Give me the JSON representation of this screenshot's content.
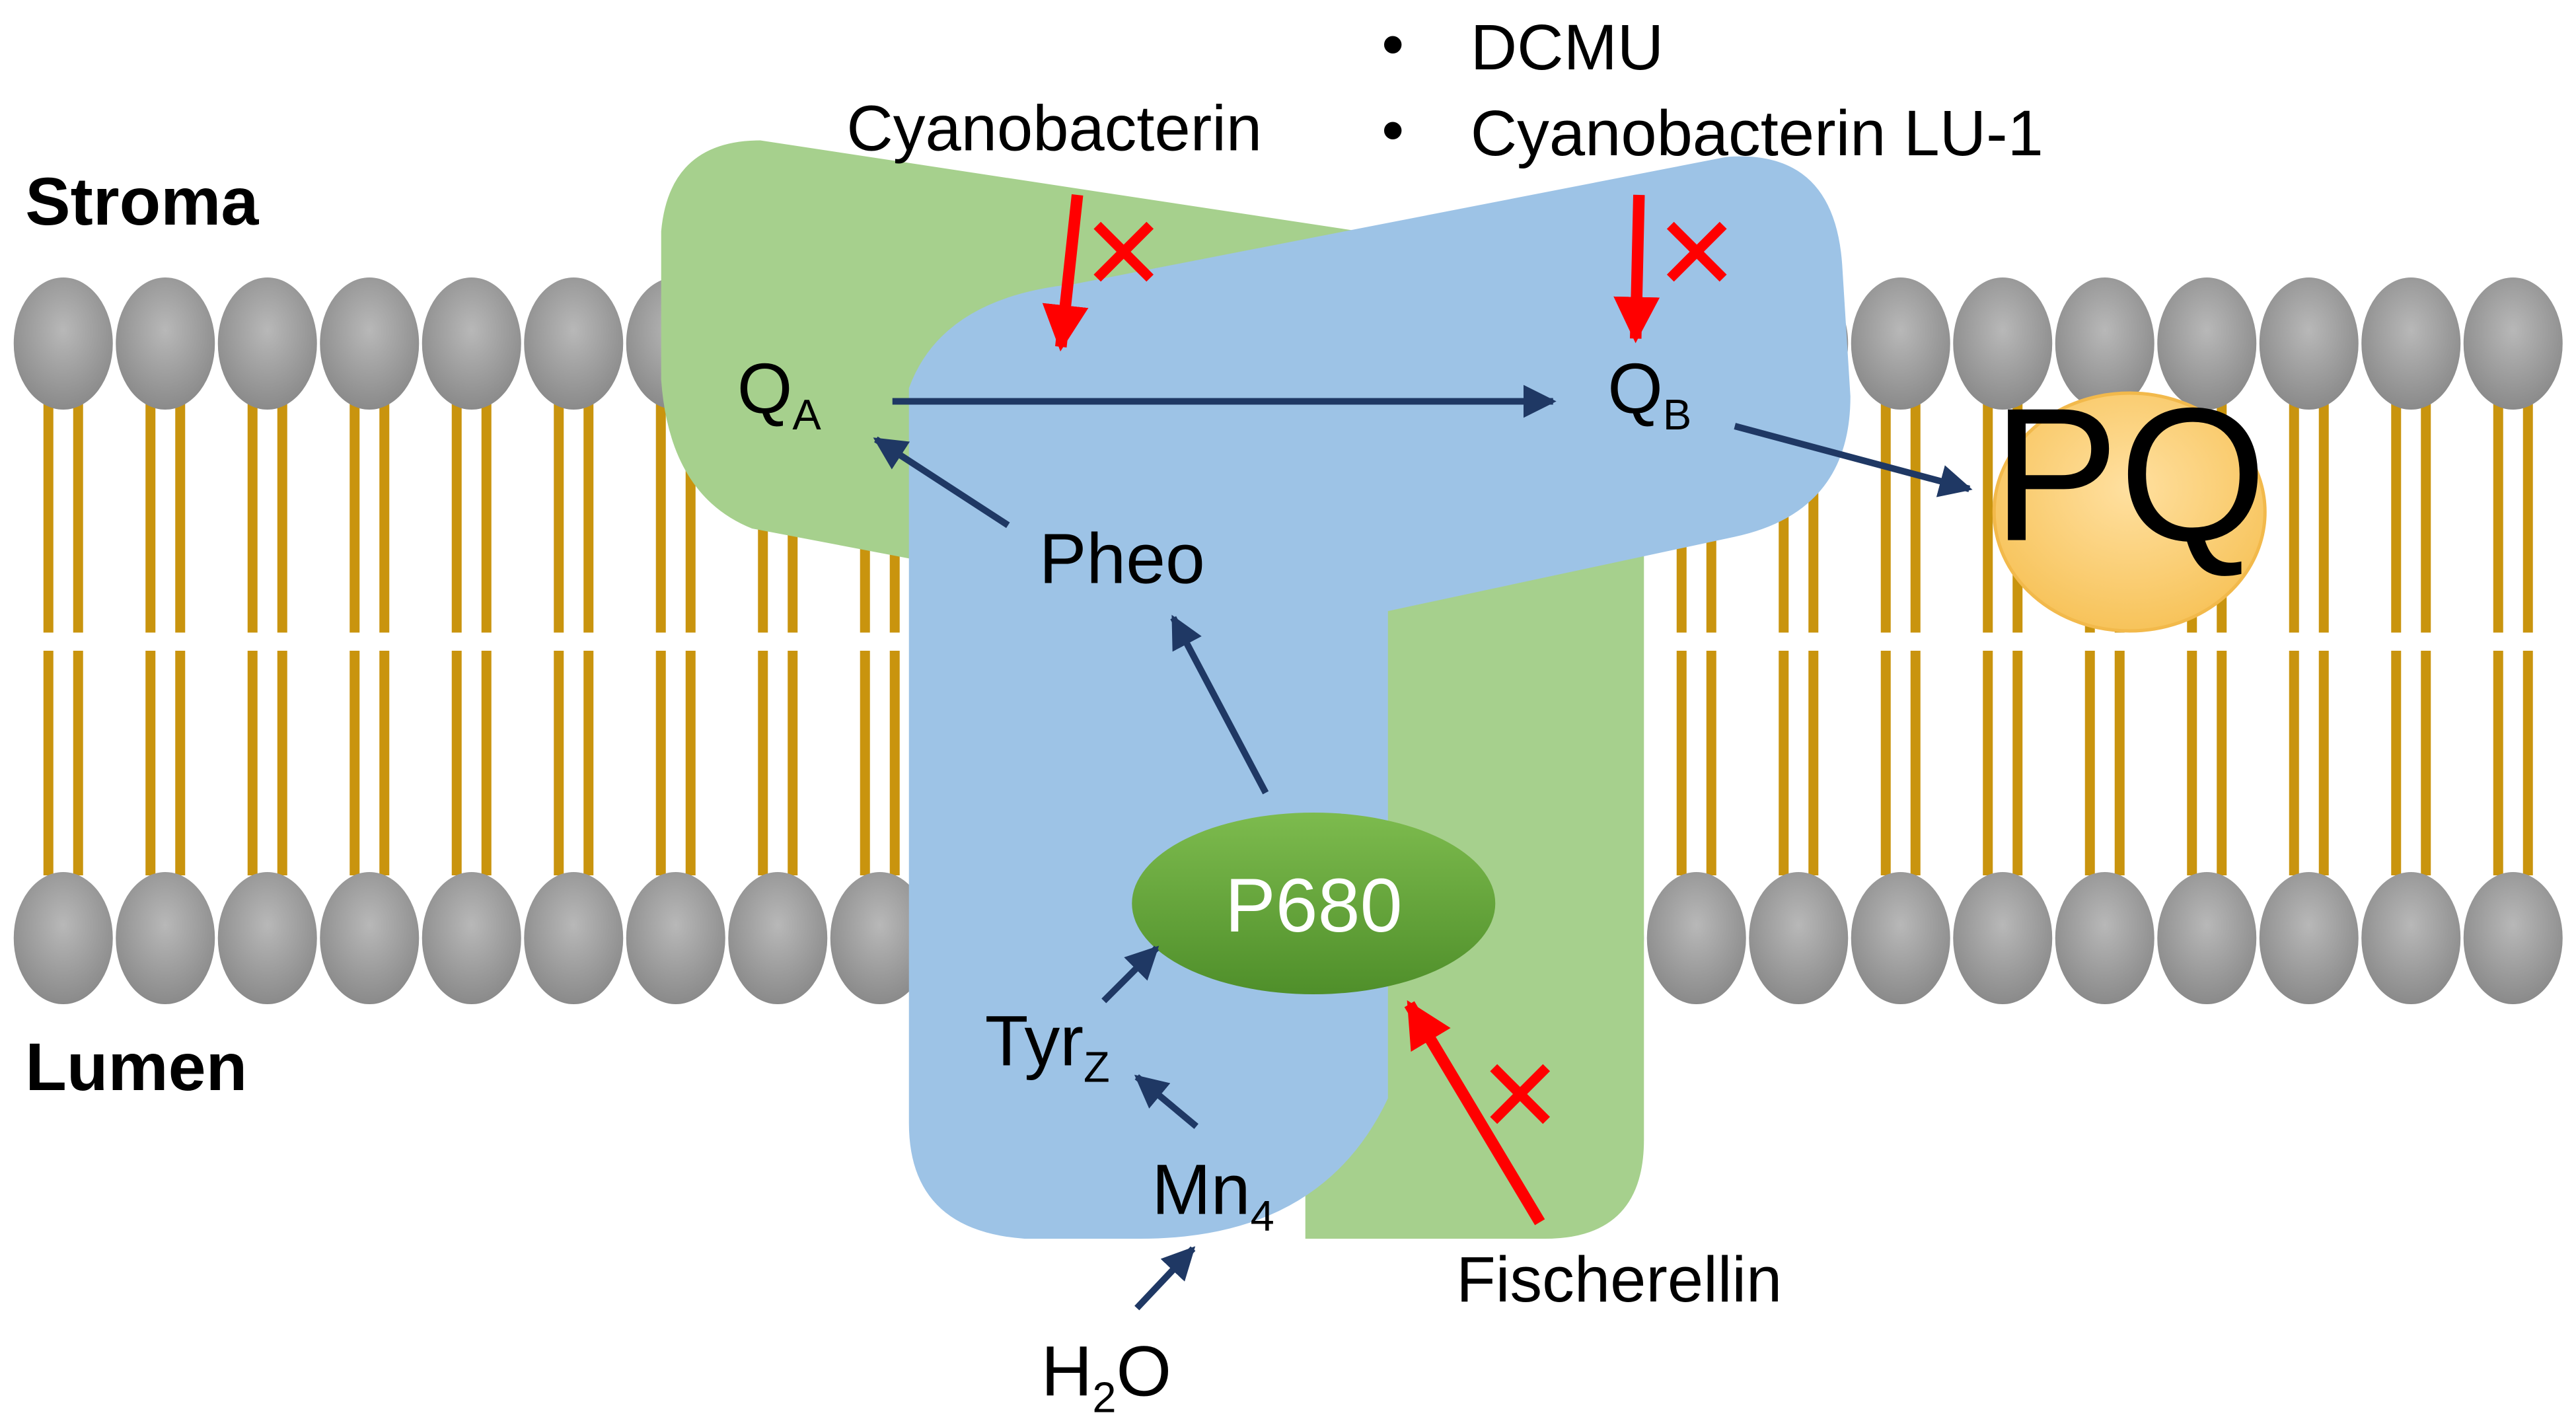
{
  "regions": {
    "stroma": "Stroma",
    "lumen": "Lumen"
  },
  "inhibitors": {
    "cyanobacterin": "Cyanobacterin",
    "list": [
      "DCMU",
      "Cyanobacterin LU-1"
    ],
    "bullet": "•",
    "fischerellin": "Fischerellin",
    "block_symbol": "✕"
  },
  "components": {
    "qa": {
      "main": "Q",
      "sub": "A"
    },
    "qb": {
      "main": "Q",
      "sub": "B"
    },
    "pheo": "Pheo",
    "p680": "P680",
    "tyrz": {
      "main": "Tyr",
      "sub": "Z"
    },
    "mn4": {
      "main": "Mn",
      "sub": "4"
    },
    "h2o": {
      "pre": "H",
      "sub": "2",
      "post": "O"
    },
    "pq": "PQ"
  },
  "colors": {
    "membrane_head": "#999999",
    "membrane_tail": "#c9940e",
    "green_protein": "#a6d08d",
    "blue_protein": "#9dc3e6",
    "p680_fill": "#68a83a",
    "pq_fill": "#ffd47a",
    "electron_arrow": "#1f3864",
    "inhibition": "#ff0000"
  }
}
